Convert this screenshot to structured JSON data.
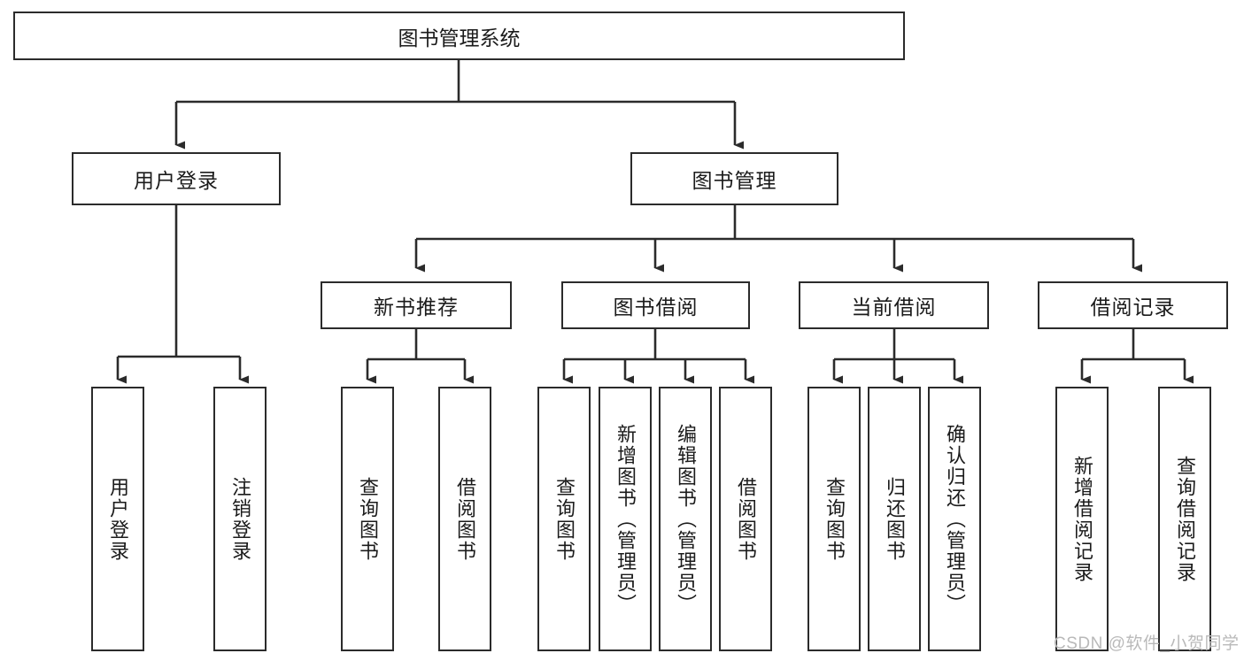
{
  "diagram": {
    "title": "图书管理系统",
    "type": "functional-decomposition-tree",
    "root": {
      "label": "图书管理系统"
    },
    "level2": [
      {
        "label": "用户登录"
      },
      {
        "label": "图书管理"
      }
    ],
    "level3": [
      {
        "label": "新书推荐"
      },
      {
        "label": "图书借阅"
      },
      {
        "label": "当前借阅"
      },
      {
        "label": "借阅记录"
      }
    ],
    "leaves": {
      "user_login": [
        {
          "label": "用户登录"
        },
        {
          "label": "注销登录"
        }
      ],
      "new_book_recommend": [
        {
          "label": "查询图书"
        },
        {
          "label": "借阅图书"
        }
      ],
      "book_borrow": [
        {
          "label": "查询图书"
        },
        {
          "label": "新增图书（管理员）"
        },
        {
          "label": "编辑图书（管理员）"
        },
        {
          "label": "借阅图书"
        }
      ],
      "current_borrow": [
        {
          "label": "查询图书"
        },
        {
          "label": "归还图书"
        },
        {
          "label": "确认归还（管理员）"
        }
      ],
      "borrow_records": [
        {
          "label": "新增借阅记录"
        },
        {
          "label": "查询借阅记录"
        }
      ]
    }
  },
  "watermark": {
    "text": "CSDN @软件_小贺同学"
  },
  "colors": {
    "stroke": "#2b2b2b",
    "fill": "#ffffff",
    "text": "#1b1b1b",
    "watermark": "#b9b9b9"
  }
}
